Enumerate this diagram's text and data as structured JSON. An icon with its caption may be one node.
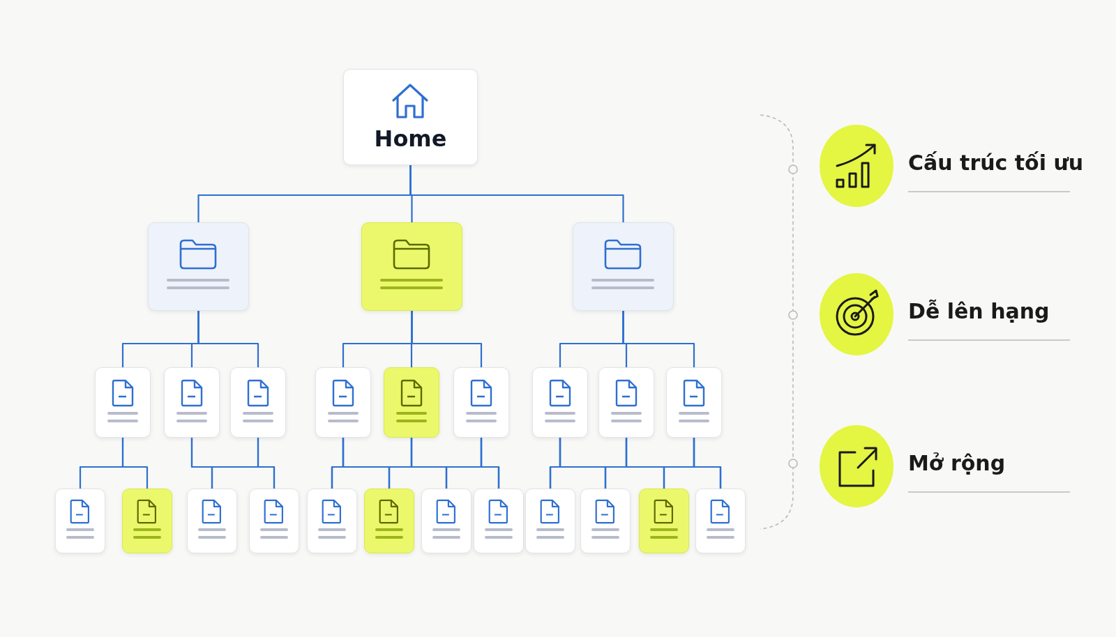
{
  "diagram": {
    "nodes": [
      {
        "text": [
          "Home"
        ]
      },
      {
        "text": [],
        "shape": "box"
      },
      {
        "text": [],
        "shape": "box"
      },
      {
        "text": [],
        "shape": "box"
      },
      {
        "text": [],
        "shape": "box"
      },
      {
        "text": [],
        "shape": "box"
      },
      {
        "text": [],
        "shape": "box"
      },
      {
        "text": [],
        "shape": "box"
      },
      {
        "text": [],
        "shape": "box"
      },
      {
        "text": [],
        "shape": "box"
      },
      {
        "text": [],
        "shape": "box"
      },
      {
        "text": [],
        "shape": "box"
      },
      {
        "text": [],
        "shape": "box"
      },
      {
        "text": [],
        "shape": "box"
      },
      {
        "text": [],
        "shape": "box"
      },
      {
        "text": [],
        "shape": "box"
      },
      {
        "text": [],
        "shape": "box"
      },
      {
        "text": [],
        "shape": "box"
      },
      {
        "text": [],
        "shape": "box"
      },
      {
        "text": [],
        "shape": "box"
      },
      {
        "text": [],
        "shape": "box"
      },
      {
        "text": [],
        "shape": "box"
      },
      {
        "text": [],
        "shape": "box"
      },
      {
        "text": [],
        "shape": "box"
      },
      {
        "text": [],
        "shape": "box"
      },
      {
        "text": [
          "Cấu trúc tối ưu"
        ]
      },
      {
        "text": [
          "Dễ lên hạng"
        ]
      },
      {
        "text": [
          "Mở rộng"
        ]
      }
    ],
    "edges": [
      {
        "from": 0,
        "to": 1,
        "arrow": "none"
      },
      {
        "from": 0,
        "to": 2,
        "arrow": "none"
      },
      {
        "from": 0,
        "to": 3,
        "arrow": "none"
      },
      {
        "from": 1,
        "to": 4,
        "arrow": "none"
      },
      {
        "from": 1,
        "to": 5,
        "arrow": "none"
      },
      {
        "from": 1,
        "to": 6,
        "arrow": "none"
      },
      {
        "from": 2,
        "to": 7,
        "arrow": "none"
      },
      {
        "from": 2,
        "to": 8,
        "arrow": "none"
      },
      {
        "from": 2,
        "to": 9,
        "arrow": "none"
      },
      {
        "from": 3,
        "to": 10,
        "arrow": "none"
      },
      {
        "from": 3,
        "to": 11,
        "arrow": "none"
      },
      {
        "from": 3,
        "to": 12,
        "arrow": "none"
      },
      {
        "from": 4,
        "to": 13,
        "arrow": "none"
      },
      {
        "from": 4,
        "to": 14,
        "arrow": "none"
      },
      {
        "from": 5,
        "to": 15,
        "arrow": "none"
      },
      {
        "from": 5,
        "to": 16,
        "arrow": "none"
      },
      {
        "from": 6,
        "to": 15,
        "arrow": "none"
      },
      {
        "from": 6,
        "to": 16,
        "arrow": "none"
      },
      {
        "from": 7,
        "to": 17,
        "arrow": "none"
      },
      {
        "from": 7,
        "to": 18,
        "arrow": "none"
      },
      {
        "from": 7,
        "to": 19,
        "arrow": "none"
      },
      {
        "from": 7,
        "to": 20,
        "arrow": "none"
      },
      {
        "from": 8,
        "to": 17,
        "arrow": "none"
      },
      {
        "from": 8,
        "to": 18,
        "arrow": "none"
      },
      {
        "from": 8,
        "to": 19,
        "arrow": "none"
      },
      {
        "from": 8,
        "to": 20,
        "arrow": "none"
      },
      {
        "from": 9,
        "to": 17,
        "arrow": "none"
      },
      {
        "from": 9,
        "to": 18,
        "arrow": "none"
      },
      {
        "from": 9,
        "to": 19,
        "arrow": "none"
      },
      {
        "from": 9,
        "to": 20,
        "arrow": "none"
      },
      {
        "from": 10,
        "to": 21,
        "arrow": "none"
      },
      {
        "from": 10,
        "to": 22,
        "arrow": "none"
      },
      {
        "from": 10,
        "to": 23,
        "arrow": "none"
      },
      {
        "from": 10,
        "to": 24,
        "arrow": "none"
      },
      {
        "from": 11,
        "to": 21,
        "arrow": "none"
      },
      {
        "from": 11,
        "to": 22,
        "arrow": "none"
      },
      {
        "from": 11,
        "to": 23,
        "arrow": "none"
      },
      {
        "from": 11,
        "to": 24,
        "arrow": "none"
      },
      {
        "from": 12,
        "to": 21,
        "arrow": "none"
      },
      {
        "from": 12,
        "to": 22,
        "arrow": "none"
      },
      {
        "from": 12,
        "to": 23,
        "arrow": "none"
      },
      {
        "from": 12,
        "to": 24,
        "arrow": "none"
      }
    ]
  }
}
